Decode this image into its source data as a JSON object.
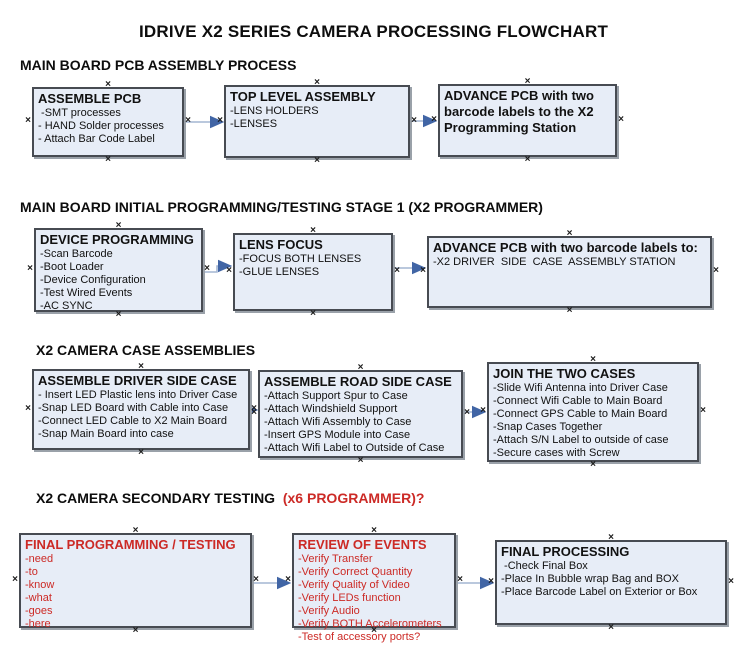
{
  "title": "IDRIVE X2  SERIES CAMERA PROCESSING FLOWCHART",
  "colors": {
    "box_fill": "#e7edf7",
    "box_border": "#474b52",
    "box_shadow": "#9aa1a9",
    "arrow_line": "#a3b6d2",
    "arrow_head": "#4165a5",
    "red": "#cc2a26"
  },
  "sections": [
    {
      "heading": "MAIN BOARD PCB ASSEMBLY PROCESS",
      "boxes": [
        {
          "title": "ASSEMBLE PCB",
          "items": [
            " -SMT processes",
            "- HAND Solder processes",
            "- Attach Bar Code Label"
          ]
        },
        {
          "title": "TOP LEVEL ASSEMBLY",
          "items": [
            "-LENS HOLDERS",
            "-LENSES"
          ]
        },
        {
          "title": "ADVANCE PCB with two barcode labels to the X2 Programming Station",
          "items": []
        }
      ]
    },
    {
      "heading": "MAIN BOARD INITIAL PROGRAMMING/TESTING STAGE 1 (X2 PROGRAMMER)",
      "boxes": [
        {
          "title": "DEVICE PROGRAMMING",
          "items": [
            "-Scan Barcode",
            "-Boot Loader",
            "-Device Configuration",
            "-Test Wired Events",
            "-AC SYNC"
          ]
        },
        {
          "title": "LENS FOCUS",
          "items": [
            "-FOCUS BOTH LENSES",
            "-GLUE LENSES"
          ]
        },
        {
          "title": "ADVANCE PCB with two barcode labels to:",
          "items": [
            "-X2 DRIVER  SIDE  CASE  ASSEMBLY STATION"
          ]
        }
      ]
    },
    {
      "heading": "X2 CAMERA CASE ASSEMBLIES",
      "boxes": [
        {
          "title": "ASSEMBLE DRIVER SIDE CASE",
          "items": [
            "- Insert LED Plastic lens into Driver Case",
            "-Snap LED Board with Cable into Case",
            "-Connect LED Cable to X2 Main Board",
            "-Snap Main Board into case"
          ]
        },
        {
          "title": "ASSEMBLE ROAD SIDE CASE",
          "items": [
            "-Attach Support Spur to Case",
            "-Attach Windshield Support",
            "-Attach Wifi Assembly to Case",
            "-Insert GPS Module into Case",
            "-Attach Wifi Label to Outside of Case"
          ]
        },
        {
          "title": "JOIN THE TWO CASES",
          "items": [
            "-Slide Wifi Antenna into Driver Case",
            "-Connect Wifi Cable to Main Board",
            "-Connect GPS Cable to Main Board",
            "-Snap Cases Together",
            "-Attach S/N Label to outside of case",
            "-Secure cases with Screw"
          ]
        }
      ]
    },
    {
      "heading": "X2 CAMERA SECONDARY TESTING ",
      "heading_red": " (x6 PROGRAMMER)?",
      "boxes": [
        {
          "title": "FINAL PROGRAMMING / TESTING",
          "items": [
            "-need",
            "-to",
            "-know",
            "-what",
            "-goes",
            "-here"
          ]
        },
        {
          "title": "REVIEW OF EVENTS",
          "items": [
            "-Verify Transfer",
            "-Verify Correct Quantity",
            "-Verify Quality of Video",
            "-Verify LEDs function",
            "-Verify Audio",
            "-Verify BOTH Accelerometers",
            "-Test of accessory ports?"
          ]
        },
        {
          "title": "FINAL PROCESSING",
          "items": [
            " -Check Final Box",
            "-Place In Bubble wrap Bag and BOX",
            "-Place Barcode Label on Exterior or Box"
          ]
        }
      ]
    }
  ]
}
